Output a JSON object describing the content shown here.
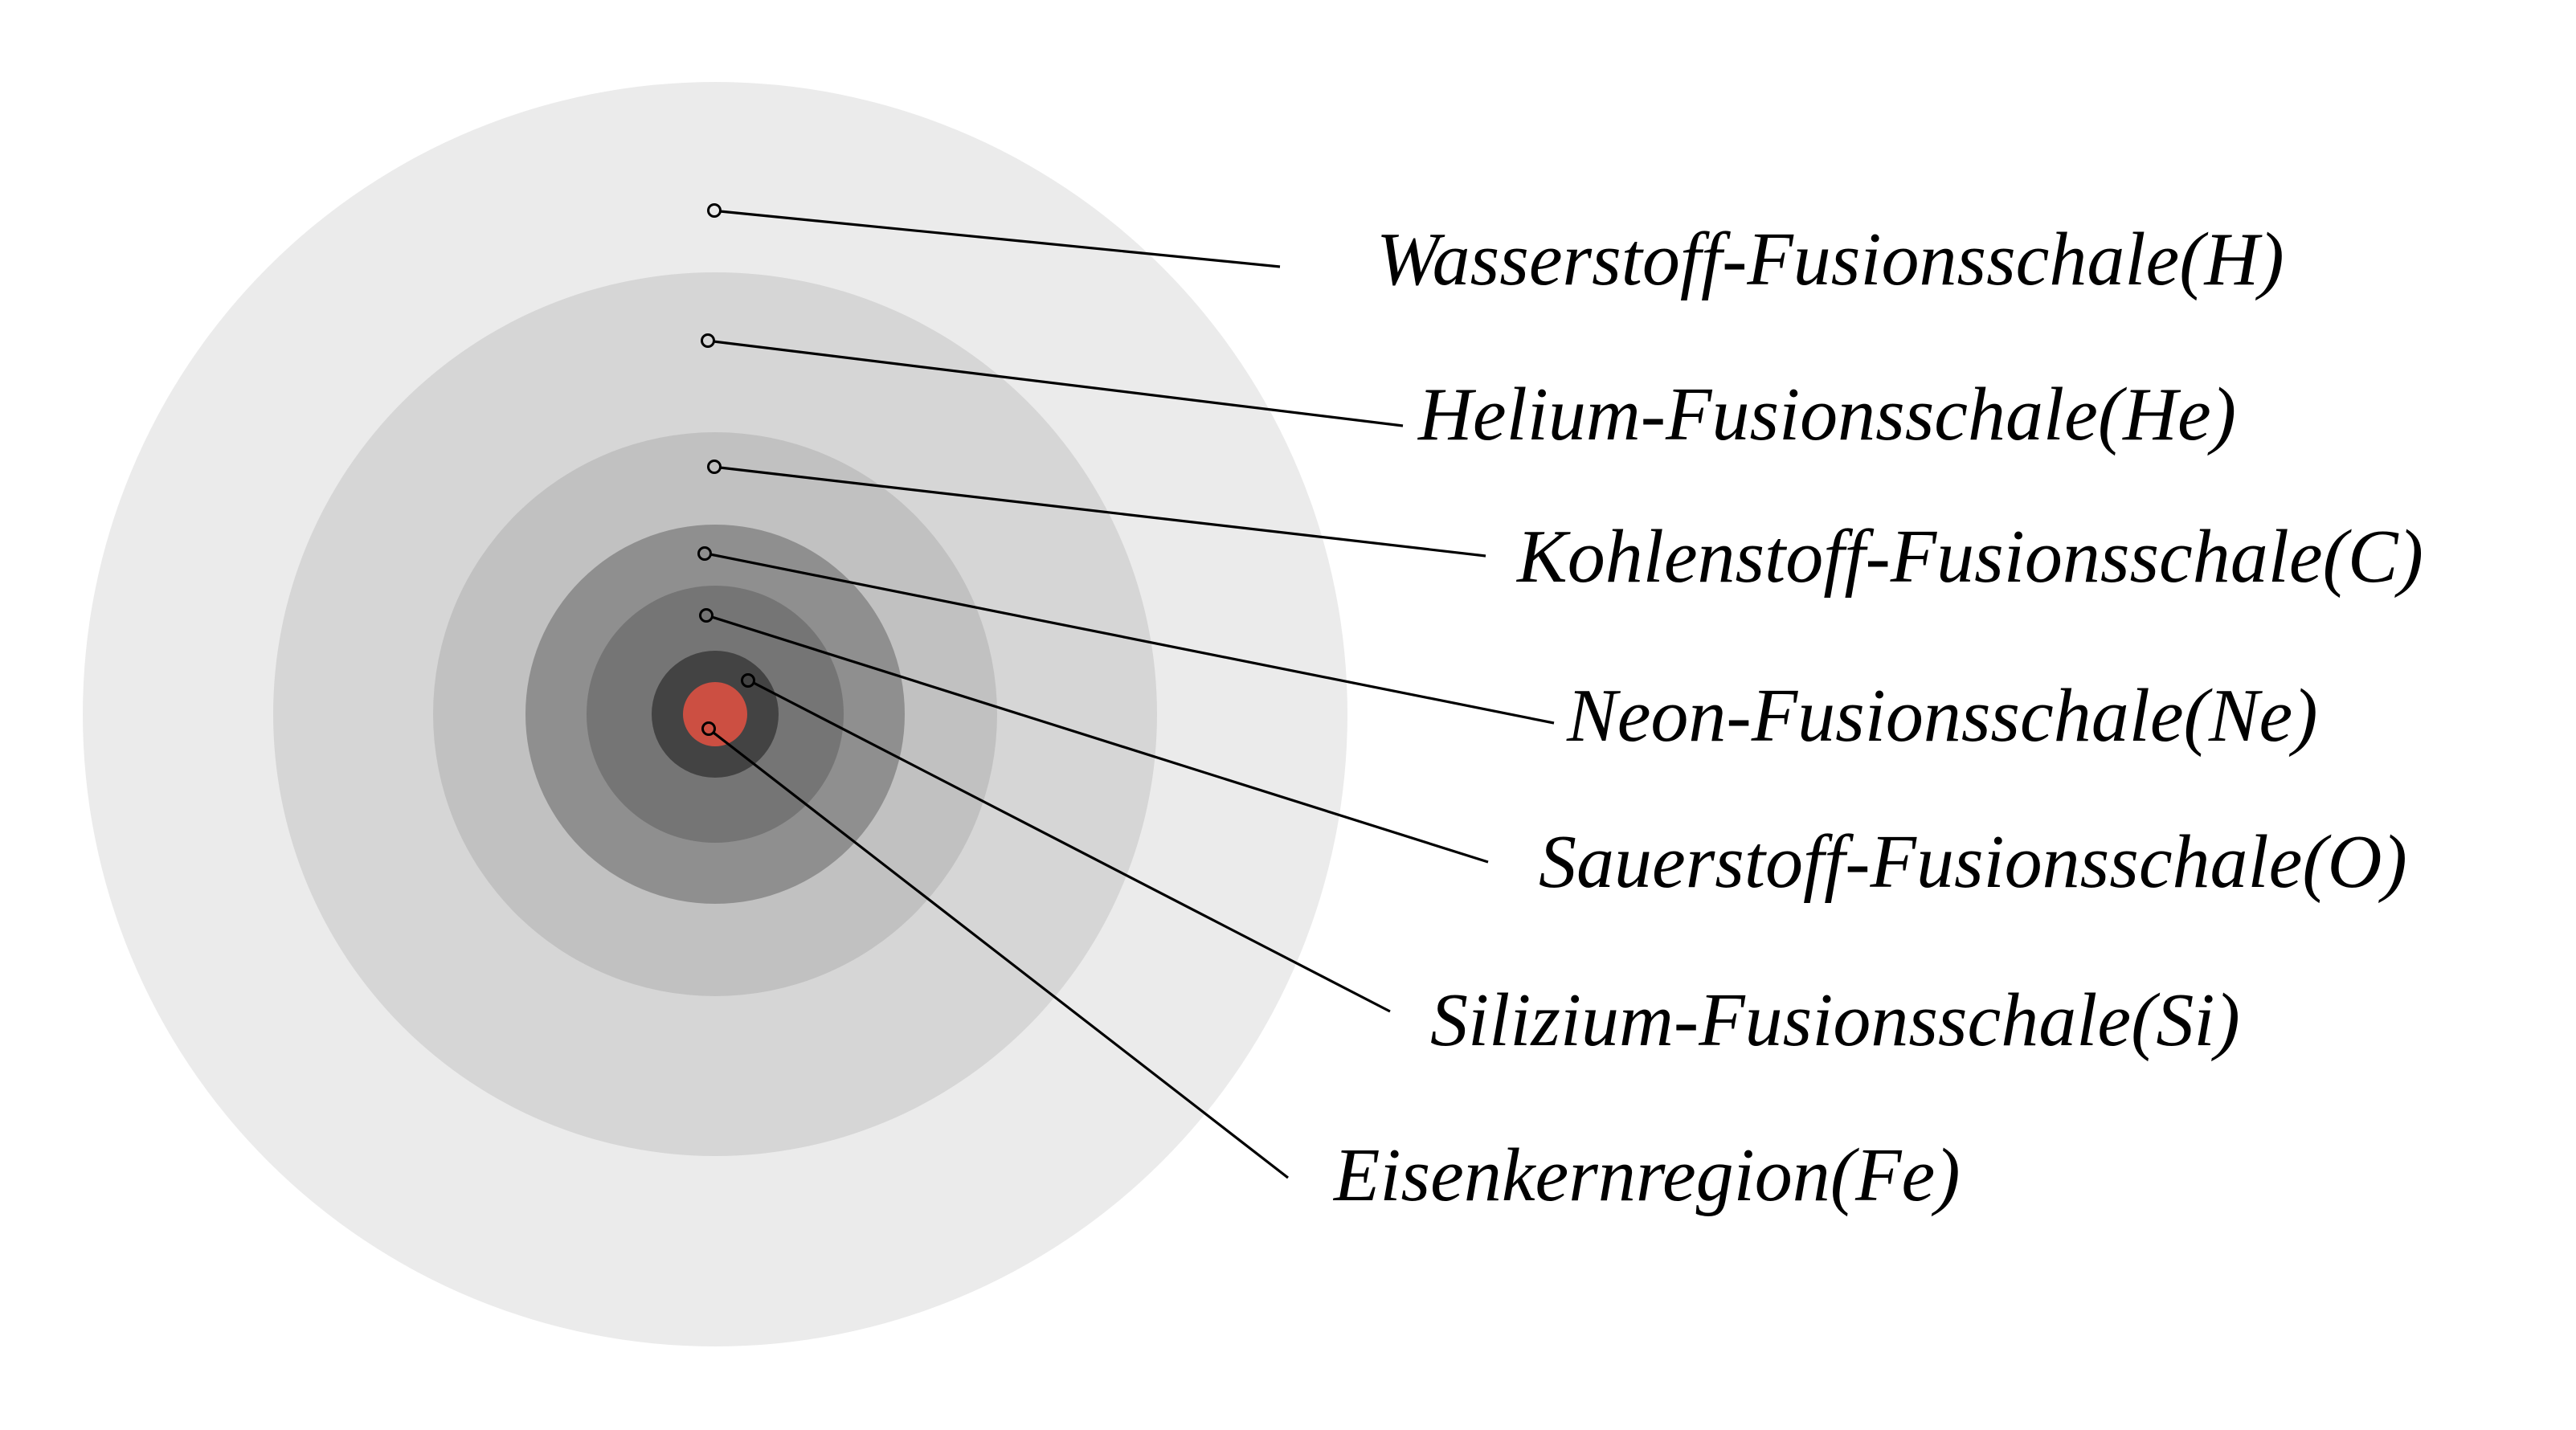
{
  "diagram": {
    "type": "concentric-shells",
    "background_color": "#FFFFFF",
    "line_color": "#000000",
    "shells": [
      {
        "label": "Wasserstoff-Fusionsschale(H)",
        "element": "H",
        "color": "#EBEBEB",
        "radius": 787
      },
      {
        "label": "Helium-Fusionsschale(He)",
        "element": "He",
        "color": "#D6D6D6",
        "radius": 550
      },
      {
        "label": "Kohlenstoff-Fusionsschale(C)",
        "element": "C",
        "color": "#C1C1C1",
        "radius": 351
      },
      {
        "label": "Neon-Fusionsschale(Ne)",
        "element": "Ne",
        "color": "#8F8F8F",
        "radius": 236
      },
      {
        "label": "Sauerstoff-Fusionsschale(O)",
        "element": "O",
        "color": "#757575",
        "radius": 160
      },
      {
        "label": "Silizium-Fusionsschale(Si)",
        "element": "Si",
        "color": "#434343",
        "radius": 79
      },
      {
        "label": "Eisenkernregion(Fe)",
        "element": "Fe",
        "color": "#CC4F42",
        "radius": 40
      }
    ]
  }
}
